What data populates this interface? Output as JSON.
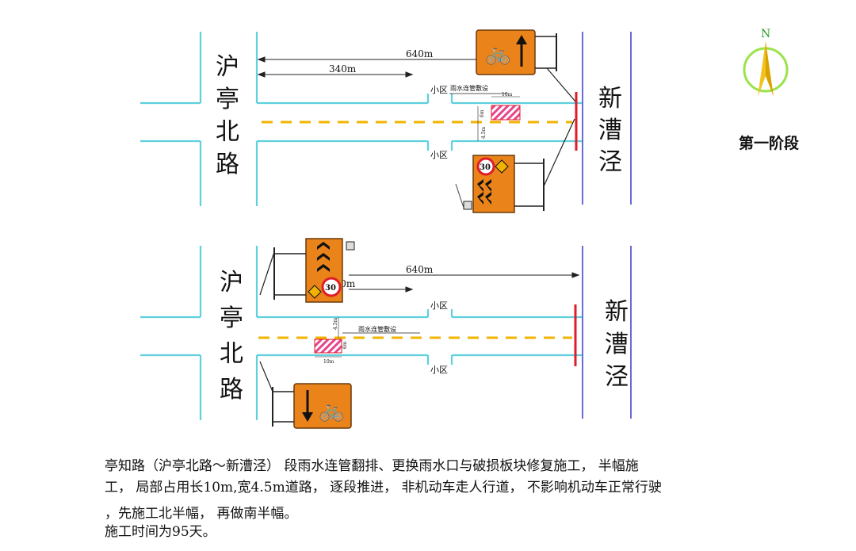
{
  "colors": {
    "road_edge": "#5ed0de",
    "centerline": "#f2b400",
    "sign_orange": "#e9831a",
    "river": "#6a6ad8",
    "barrier_red": "#e01b2a",
    "hatch_pink": "#e8458a"
  },
  "compass": {
    "north_label": "N"
  },
  "stage_label": "第一阶段",
  "phase1": {
    "road_west_label": "沪亭北路",
    "road_east_label": "新漕泾",
    "dim_long": "640m",
    "dim_short": "340m",
    "community_top": "小区",
    "community_bottom": "小区",
    "work_note": "雨水连管敷设",
    "work_len": "10m",
    "work_width": "4.5m",
    "gap_note": "6m",
    "speed_limit": "30"
  },
  "phase2": {
    "road_west_label": "沪亭北路",
    "road_east_label": "新漕泾",
    "dim_long": "640m",
    "dim_short": "340m",
    "community_top": "小区",
    "community_bottom": "小区",
    "work_note": "雨水连管敷设",
    "work_len": "10m",
    "work_width": "4.5m",
    "gap_note": "6m",
    "speed_limit": "30"
  },
  "caption": {
    "line1": "亭知路（沪亭北路～新漕泾） 段雨水连管翻排、更换雨水口与破损板块修复施工， 半幅施",
    "line2": "工， 局部占用长10m,宽4.5m道路， 逐段推进， 非机动车走人行道， 不影响机动车正常行驶",
    "line3": "，先施工北半幅， 再做南半幅。",
    "line4": "施工时间为95天。"
  }
}
